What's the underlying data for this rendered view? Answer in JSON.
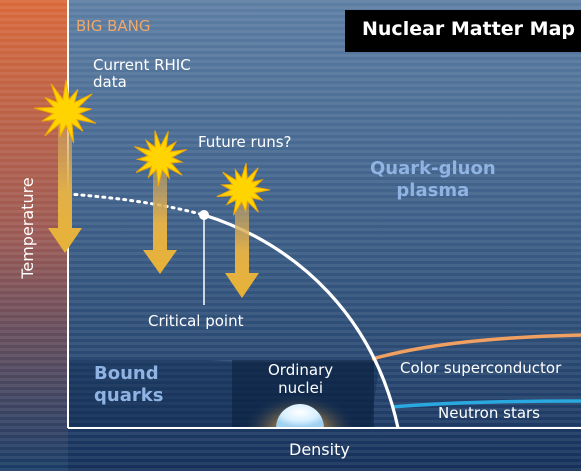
{
  "title": "Nuclear Matter Map",
  "labels": {
    "big_bang": "BIG BANG",
    "current_rhic_line1": "Current RHIC",
    "current_rhic_line2": "data",
    "future_runs": "Future runs?",
    "qgp_line1": "Quark-gluon",
    "qgp_line2": "plasma",
    "critical_point": "Critical point",
    "bound_line1": "Bound",
    "bound_line2": "quarks",
    "ordinary_line1": "Ordinary",
    "ordinary_line2": "nuclei",
    "color_superconductor": "Color superconductor",
    "neutron_stars": "Neutron stars"
  },
  "axes": {
    "x_label": "Density",
    "y_label": "Temperature"
  },
  "colors": {
    "background_dark": "#0e2340",
    "background_light": "#4d6f96",
    "left_band": "#d9693a",
    "phase_boundary": "#ffffff",
    "arrow": "#e6b13c",
    "star": "#ffd400",
    "color_superconductor_line": "#f0a060",
    "neutron_star_line": "#2aa9e0",
    "qgp_text": "#8fb4e3"
  },
  "icons": [
    "explosion-star-icon",
    "down-arrow-icon"
  ]
}
